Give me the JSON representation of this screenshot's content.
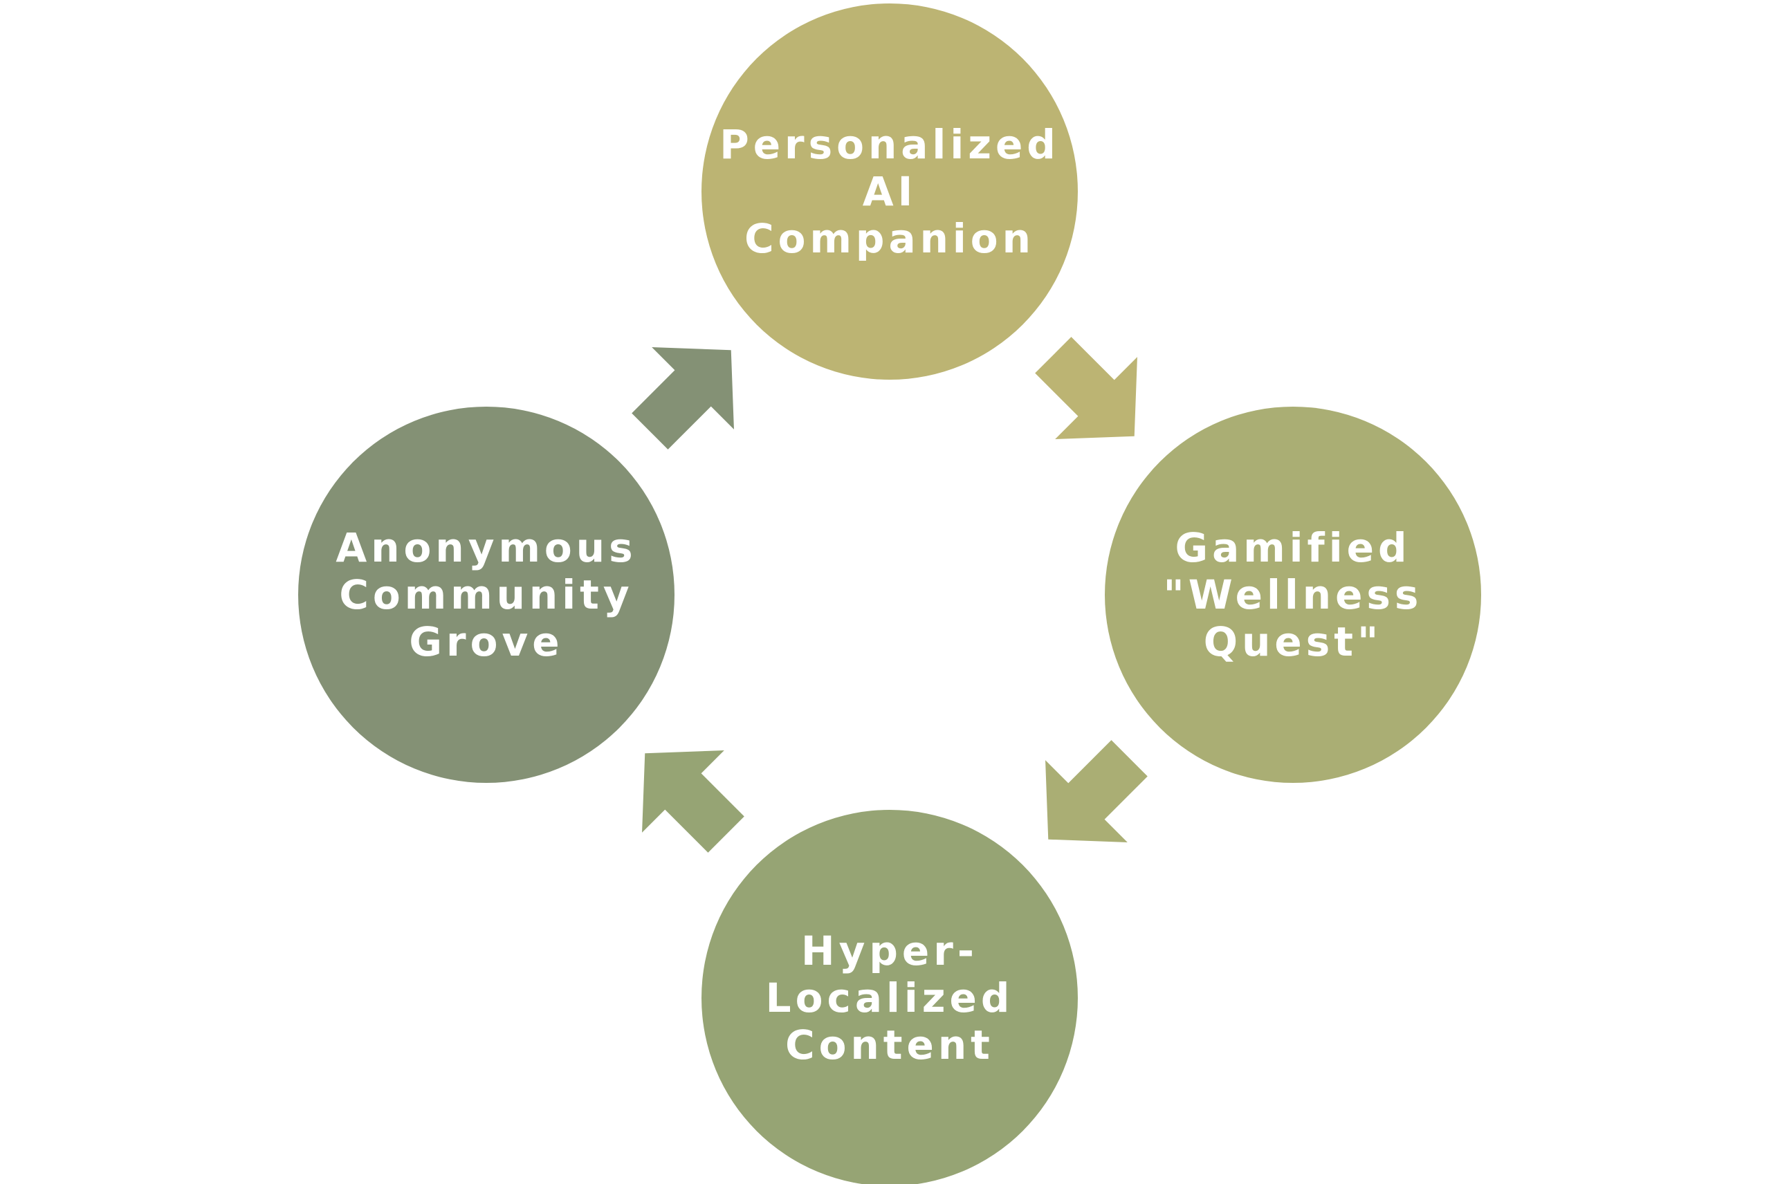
{
  "nodes": [
    {
      "id": "ai-companion",
      "lines": [
        "Personalized",
        "AI",
        "Companion"
      ],
      "color": "#bcb473"
    },
    {
      "id": "wellness-quest",
      "lines": [
        "Gamified",
        "\"Wellness",
        "Quest\""
      ],
      "color": "#aaae74"
    },
    {
      "id": "localized-content",
      "lines": [
        "Hyper-",
        "Localized",
        "Content"
      ],
      "color": "#96a474"
    },
    {
      "id": "community-grove",
      "lines": [
        "Anonymous",
        "Community",
        "Grove"
      ],
      "color": "#849175"
    }
  ],
  "arrows": [
    {
      "from": "ai-companion",
      "to": "wellness-quest",
      "color": "#bcb473"
    },
    {
      "from": "wellness-quest",
      "to": "localized-content",
      "color": "#aaae74"
    },
    {
      "from": "localized-content",
      "to": "community-grove",
      "color": "#96a474"
    },
    {
      "from": "community-grove",
      "to": "ai-companion",
      "color": "#849175"
    }
  ]
}
